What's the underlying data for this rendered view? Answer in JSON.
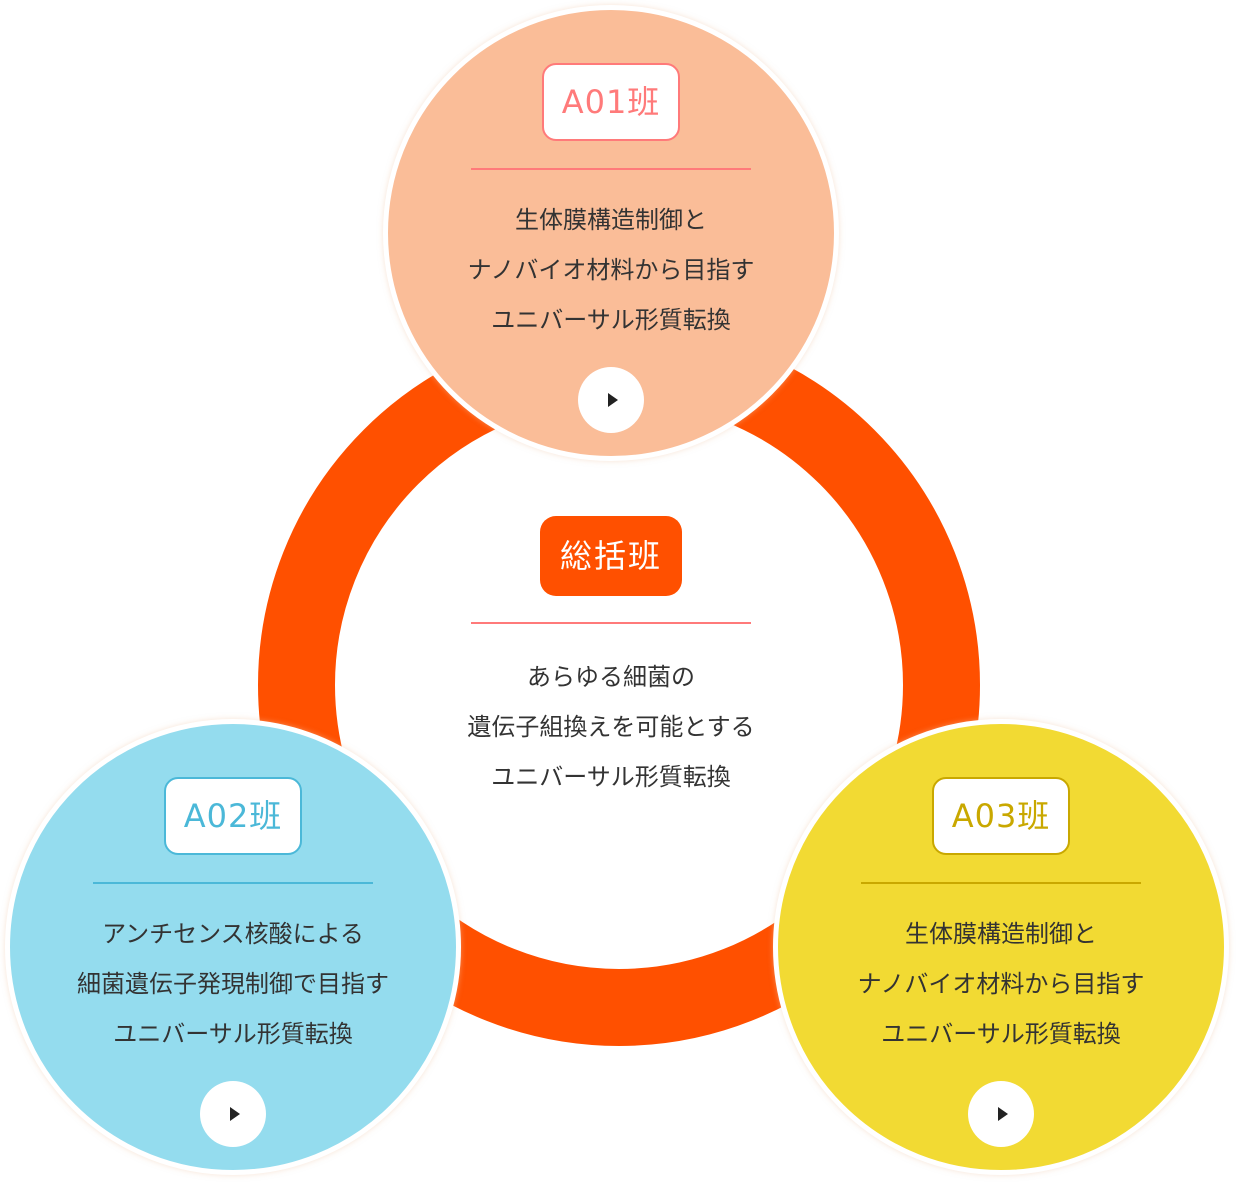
{
  "center": {
    "label": "総括班",
    "lines": [
      "あらゆる細菌の",
      "遺伝子組換えを可能とする",
      "ユニバーサル形質転換"
    ],
    "color": "#ff5000"
  },
  "groups": [
    {
      "label": "A01班",
      "lines": [
        "生体膜構造制御と",
        "ナノバイオ材料から目指す",
        "ユニバーサル形質転換"
      ],
      "bg": "#fabd98",
      "accent": "#ff7a7a"
    },
    {
      "label": "A02班",
      "lines": [
        "アンチセンス核酸による",
        "細菌遺伝子発現制御で目指す",
        "ユニバーサル形質転換"
      ],
      "bg": "#94dcee",
      "accent": "#4bb8d8"
    },
    {
      "label": "A03班",
      "lines": [
        "生体膜構造制御と",
        "ナノバイオ材料から目指す",
        "ユニバーサル形質転換"
      ],
      "bg": "#f2da33",
      "accent": "#c9a800"
    }
  ]
}
